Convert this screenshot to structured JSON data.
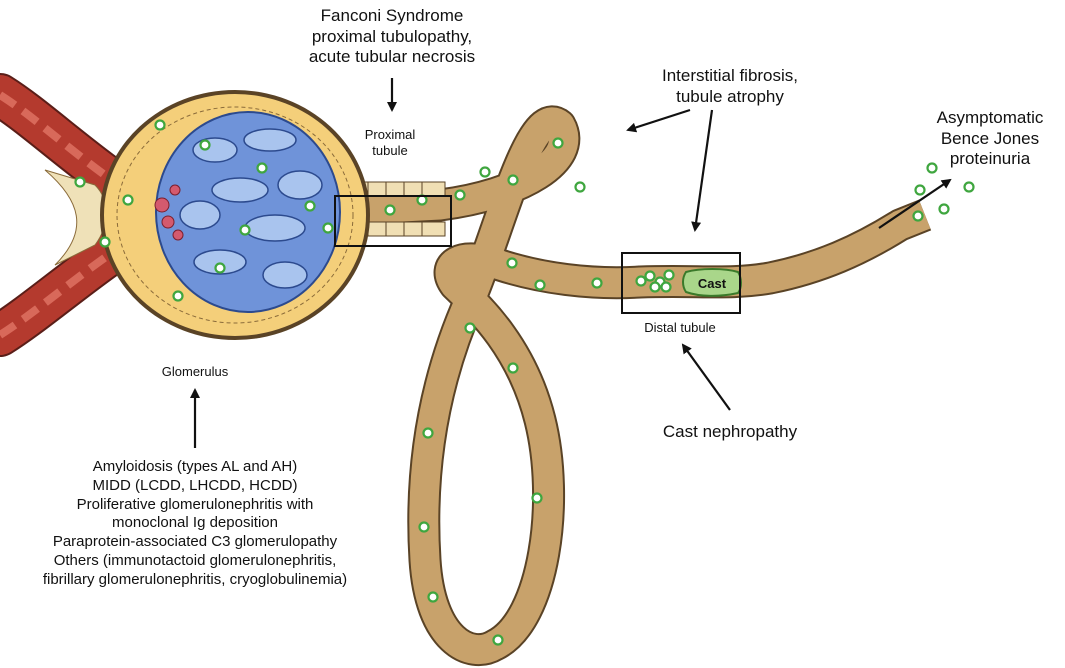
{
  "colors": {
    "tubule_fill": "#c8a26b",
    "tubule_outline": "#5a4326",
    "capsule_fill": "#f4cf7a",
    "glomerulus_blue": "#6f93d9",
    "glomerulus_light": "#a9c4ee",
    "vessel_red": "#b43a2e",
    "particle_green": "#3fa63f",
    "cast_fill": "#a9d68a",
    "box_stroke": "#111111"
  },
  "labels": {
    "fanconi": [
      "Fanconi Syndrome",
      "proximal tubulopathy,",
      "acute tubular necrosis"
    ],
    "proximal_tubule": [
      "Proximal",
      "tubule"
    ],
    "interstitial": [
      "Interstitial fibrosis,",
      "tubule atrophy"
    ],
    "bence_jones": [
      "Asymptomatic",
      "Bence Jones",
      "proteinuria"
    ],
    "cast": "Cast",
    "distal_tubule": "Distal tubule",
    "cast_nephropathy": "Cast nephropathy",
    "glomerulus": "Glomerulus",
    "glomerular_diseases": [
      "Amyloidosis (types AL and AH)",
      "MIDD (LCDD, LHCDD, HCDD)",
      "Proliferative glomerulonephritis with",
      "monoclonal Ig deposition",
      "Paraprotein-associated C3 glomerulopathy",
      "Others (immunotactoid glomerulonephritis,",
      "fibrillary glomerulonephritis, cryoglobulinemia)"
    ]
  }
}
